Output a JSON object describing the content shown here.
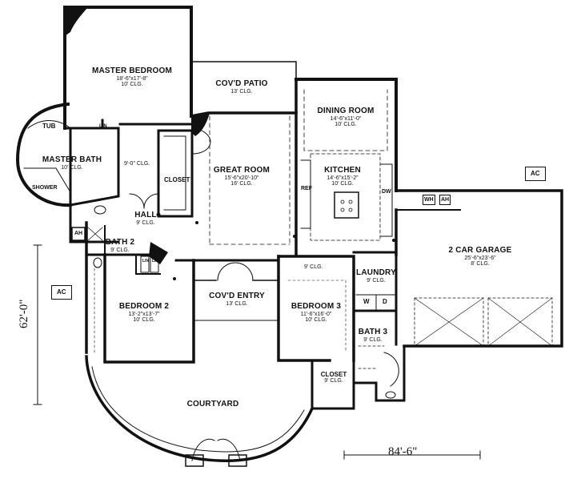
{
  "rooms": {
    "master_bedroom": {
      "name": "MASTER BEDROOM",
      "dims": "18'-6\"x17'-8\"",
      "height": "10' CLG."
    },
    "covd_patio": {
      "name": "COV'D PATIO",
      "height": "13' CLG."
    },
    "dining_room": {
      "name": "DINING ROOM",
      "dims": "14'-6\"x11'-0\"",
      "height": "10' CLG."
    },
    "master_bath": {
      "name": "MASTER BATH",
      "height": "10' CLG."
    },
    "great_room": {
      "name": "GREAT ROOM",
      "dims": "15'-6\"x20'-10\"",
      "height": "16' CLG."
    },
    "kitchen": {
      "name": "KITCHEN",
      "dims": "14'-6\"x15'-2\"",
      "height": "10' CLG."
    },
    "hall": {
      "name": "HALL",
      "height": "9' CLG."
    },
    "bath_2": {
      "name": "BATH 2",
      "height": "9' CLG."
    },
    "garage": {
      "name": "2 CAR GARAGE",
      "dims": "25'-6\"x23'-6\"",
      "height": "8' CLG."
    },
    "laundry": {
      "name": "LAUNDRY",
      "height": "9' CLG."
    },
    "covd_entry": {
      "name": "COV'D ENTRY",
      "height": "13' CLG."
    },
    "bedroom_2": {
      "name": "BEDROOM 2",
      "dims": "13'-2\"x13'-7\"",
      "height": "10' CLG."
    },
    "bedroom_3": {
      "name": "BEDROOM 3",
      "dims": "11'-6\"x16'-0\"",
      "height": "10' CLG."
    },
    "bath_3": {
      "name": "BATH 3",
      "height": "9' CLG."
    },
    "closet_bed3": {
      "name": "CLOSET",
      "height": "9' CLG."
    },
    "courtyard": {
      "name": "COURTYARD"
    }
  },
  "fixtures": {
    "tub": "TUB",
    "shower": "SHOWER",
    "closet": "CLOSET",
    "hall_ceiling": "9'-0\" CLG.",
    "ref": "REF",
    "dw": "DW",
    "wh": "WH",
    "ah": "AH",
    "lin": "LIN",
    "w": "W",
    "d": "D",
    "ac": "AC",
    "bed3_ceiling": "9' CLG."
  },
  "dimensions": {
    "depth": "62'-0\"",
    "width": "84'-6\""
  }
}
